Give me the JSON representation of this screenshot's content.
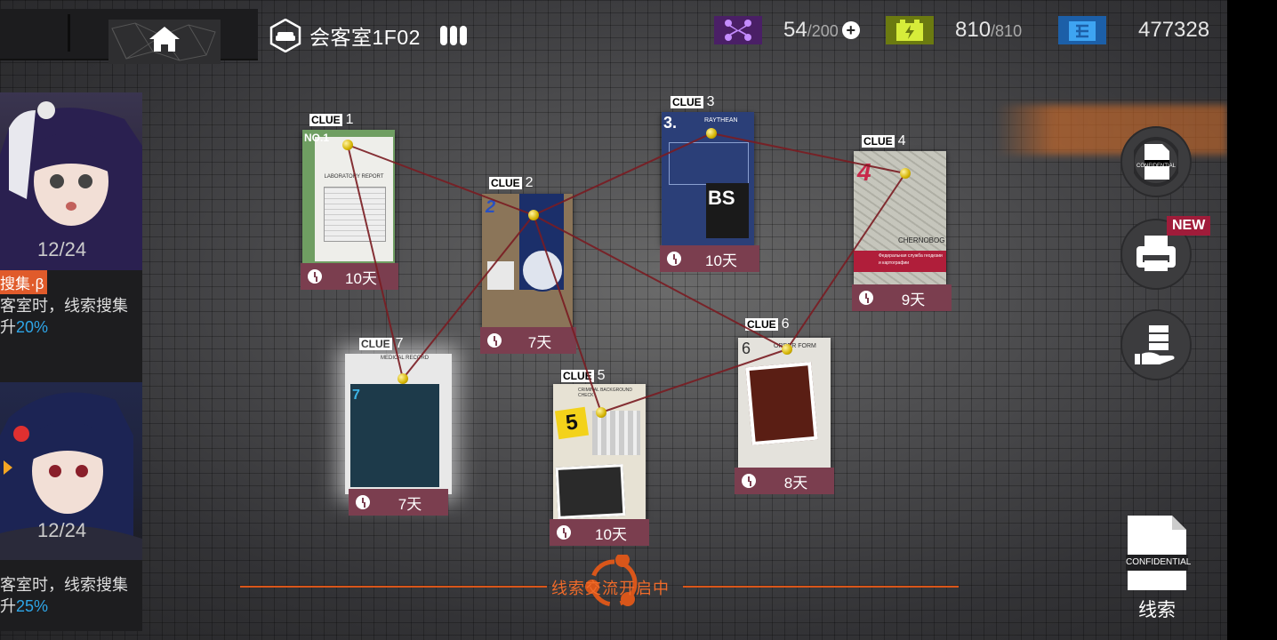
{
  "header": {
    "room_name": "会客室1F02"
  },
  "resources": {
    "drones": {
      "current": "54",
      "max": "/200"
    },
    "power": {
      "current": "810",
      "max": "/810"
    },
    "lmd": {
      "value": "477328"
    }
  },
  "characters": [
    {
      "count": "12/24",
      "skill": "搜集·β",
      "desc_line1": "客室时，线索搜集",
      "desc_prefix": "升",
      "desc_value": "20%"
    },
    {
      "count": "12/24",
      "desc_line1": "客室时，线索搜集",
      "desc_prefix": "升",
      "desc_value": "25%"
    }
  ],
  "clues": [
    {
      "tag": "CLUE",
      "number": "1",
      "time": "10天"
    },
    {
      "tag": "CLUE",
      "number": "2",
      "time": "7天"
    },
    {
      "tag": "CLUE",
      "number": "3",
      "time": "10天"
    },
    {
      "tag": "CLUE",
      "number": "4",
      "time": "9天"
    },
    {
      "tag": "CLUE",
      "number": "5",
      "time": "10天"
    },
    {
      "tag": "CLUE",
      "number": "6",
      "time": "8天"
    },
    {
      "tag": "CLUE",
      "number": "7",
      "time": "7天"
    }
  ],
  "doc_text": {
    "clue1_no": "NO.1",
    "clue1_title": "LABORATORY REPORT",
    "clue2_num": "2",
    "clue3_num": "3.",
    "clue3_brand": "RAYTHEAN",
    "clue3_bs": "BS",
    "clue4_num": "4",
    "clue4_city": "CHERNOBOG",
    "clue4_banner": "Федеральная служба геодезии и картографии",
    "clue5_num": "5",
    "clue5_title": "CRIMINAL BACKGROUND CHECK",
    "clue6_num": "6",
    "clue6_title": "ORDER FORM",
    "clue7_num": "7",
    "clue7_title": "MEDICAL RECORD"
  },
  "side_buttons": {
    "confidential_small": "CONFIDENTIAL",
    "new_badge": "NEW"
  },
  "clue_button": {
    "doc_text": "CONFIDENTIAL",
    "label": "线索"
  },
  "exchange": {
    "text": "线索交流开启中"
  },
  "colors": {
    "timer_bg": "#7b3e4f",
    "string": "#7a1c22",
    "accent_orange": "#d9561a",
    "highlight_blue": "#2ea6e8",
    "new_badge": "#a01c3a"
  }
}
